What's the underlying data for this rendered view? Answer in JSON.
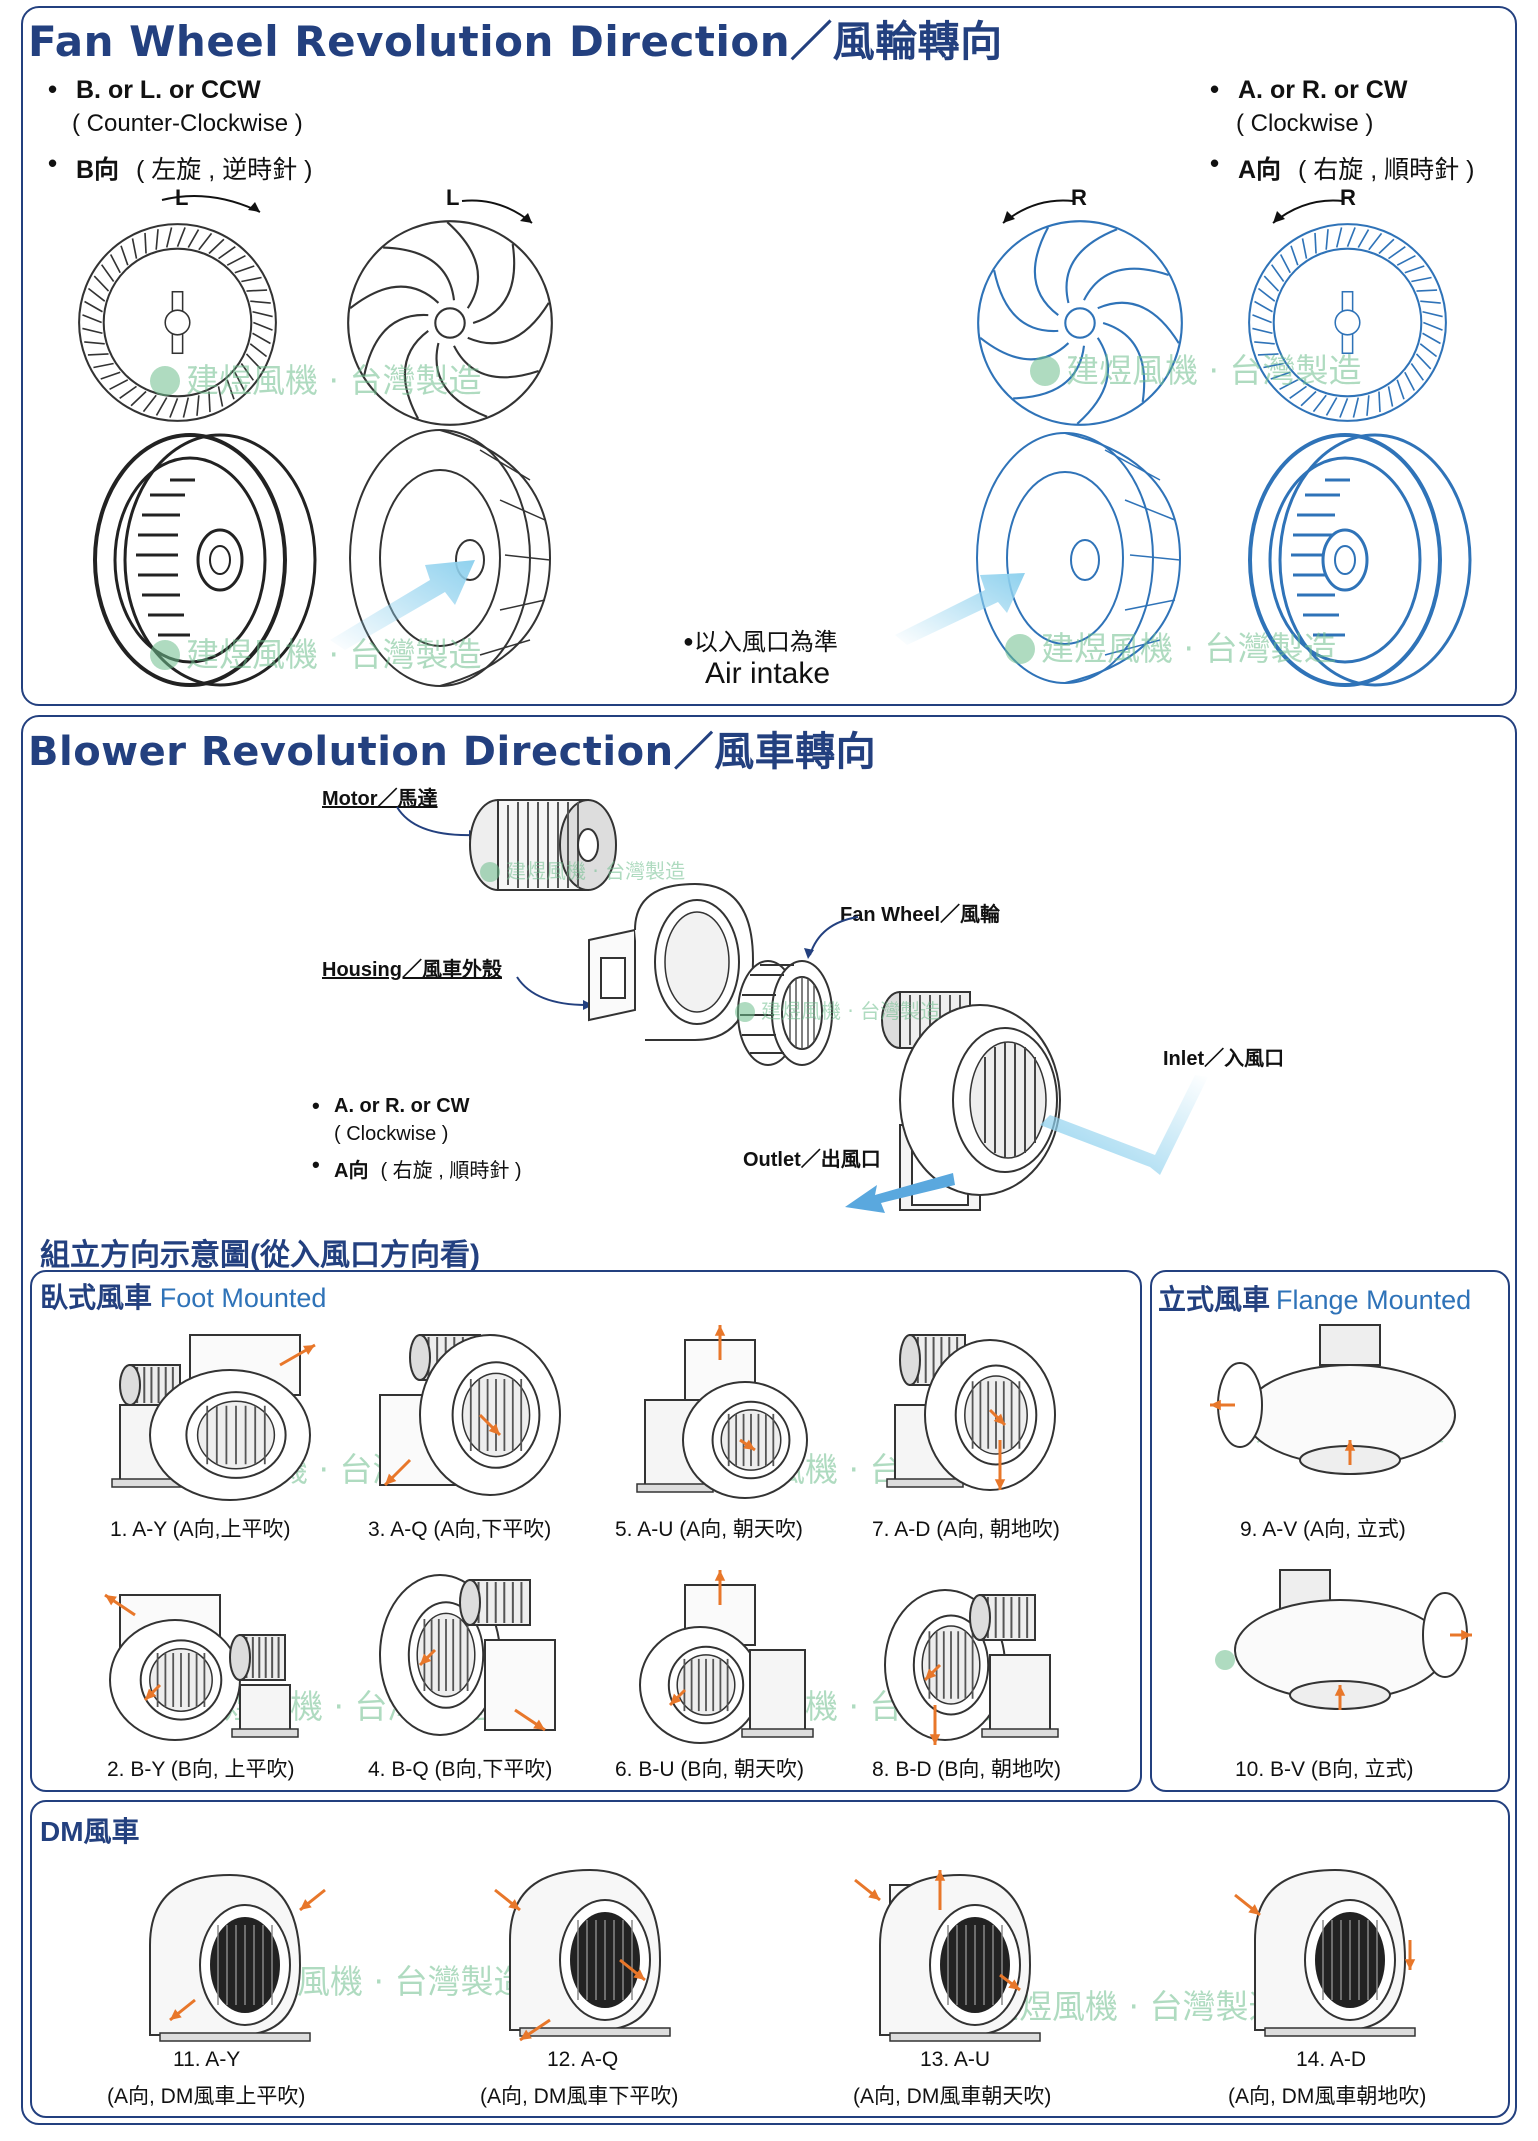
{
  "fan_wheel": {
    "title": "Fan Wheel Revolution Direction／風輪轉向",
    "left_bullet1": "B. or L. or CCW",
    "left_bullet1_paren": "( Counter-Clockwise )",
    "left_bullet2_bold": "B向",
    "left_bullet2_rest": "( 左旋 , 逆時針 )",
    "right_bullet1": "A. or R. or CW",
    "right_bullet1_paren": "( Clockwise )",
    "right_bullet2_bold": "A向",
    "right_bullet2_rest": "( 右旋 , 順時針 )",
    "label_l": "L",
    "label_r": "R",
    "air_intake_cn": "以入風口為準",
    "air_intake_en": "Air intake"
  },
  "watermark": "建煜風機 · 台灣製造",
  "blower": {
    "title": "Blower Revolution Direction／風車轉向",
    "motor": "Motor／馬達",
    "fan_wheel": "Fan Wheel／風輪",
    "housing": "Housing／風車外殼",
    "inlet": "Inlet／入風口",
    "outlet": "Outlet／出風口",
    "bullet1": "A. or R. or CW",
    "bullet1_paren": "( Clockwise )",
    "bullet2_bold": "A向",
    "bullet2_rest": "( 右旋 , 順時針 )"
  },
  "assembly": {
    "title": "組立方向示意圖(從入風口方向看)",
    "foot": {
      "title_cn": "臥式風車",
      "title_en": "Foot Mounted",
      "items": [
        "1. A-Y (A向,上平吹)",
        "3. A-Q (A向,下平吹)",
        "5. A-U (A向, 朝天吹)",
        "7. A-D (A向, 朝地吹)",
        "2. B-Y (B向, 上平吹)",
        "4. B-Q (B向,下平吹)",
        "6. B-U (B向, 朝天吹)",
        "8. B-D (B向, 朝地吹)"
      ]
    },
    "flange": {
      "title_cn": "立式風車",
      "title_en": "Flange Mounted",
      "items": [
        "9. A-V (A向, 立式)",
        "10. B-V (B向, 立式)"
      ]
    },
    "dm": {
      "title": "DM風車",
      "items": [
        {
          "code": "11. A-Y",
          "desc": "(A向, DM風車上平吹)"
        },
        {
          "code": "12. A-Q",
          "desc": "(A向, DM風車下平吹)"
        },
        {
          "code": "13. A-U",
          "desc": "(A向, DM風車朝天吹)"
        },
        {
          "code": "14. A-D",
          "desc": "(A向, DM風車朝地吹)"
        }
      ]
    }
  },
  "colors": {
    "navy": "#23407f",
    "blue_line": "#2f73b8",
    "arrow_orange": "#e8772a",
    "air_blue": "#8fd1ee"
  }
}
